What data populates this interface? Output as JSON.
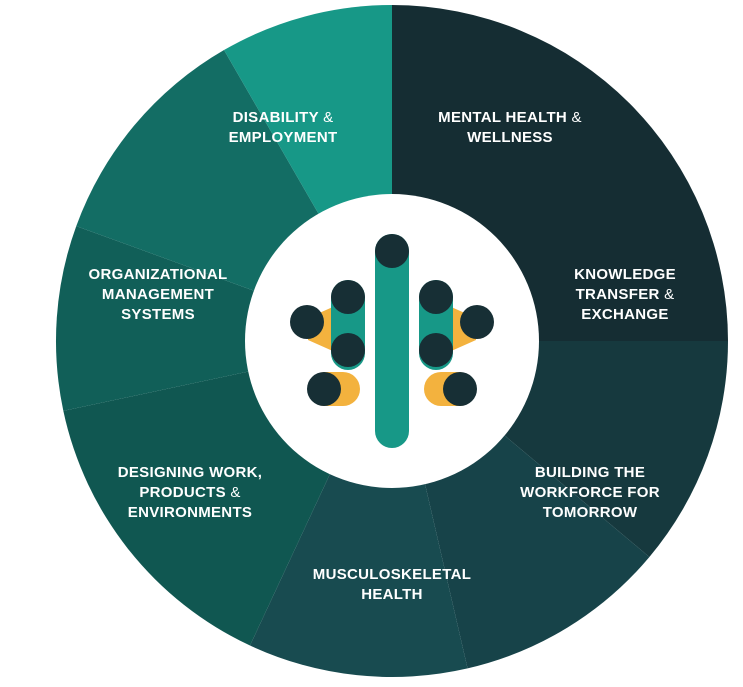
{
  "colors": {
    "teal_1": "#179887",
    "teal_2": "#167c70",
    "teal_3": "#136d64",
    "teal_4": "#115f58",
    "teal_5": "#105751",
    "dark_1": "#152d33",
    "dark_2": "#16393e",
    "dark_3": "#174349",
    "dark_4": "#184b50",
    "center_bg": "#ffffff",
    "logo_dark": "#172f35",
    "logo_teal": "#179887",
    "logo_orange": "#f3b23e"
  },
  "segments": [
    {
      "lines": [
        "DISABILITY &",
        "EMPLOYMENT"
      ]
    },
    {
      "lines": [
        "MENTAL HEALTH &",
        "WELLNESS"
      ]
    },
    {
      "lines": [
        "KNOWLEDGE",
        "TRANSFER &",
        "EXCHANGE"
      ]
    },
    {
      "lines": [
        "BUILDING THE",
        "WORKFORCE FOR",
        "TOMORROW"
      ]
    },
    {
      "lines": [
        "MUSCULOSKELETAL",
        "HEALTH"
      ]
    },
    {
      "lines": [
        "DESIGNING WORK,",
        "PRODUCTS &",
        "ENVIRONMENTS"
      ]
    },
    {
      "lines": [
        "ORGANIZATIONAL",
        "MANAGEMENT",
        "SYSTEMS"
      ]
    }
  ]
}
